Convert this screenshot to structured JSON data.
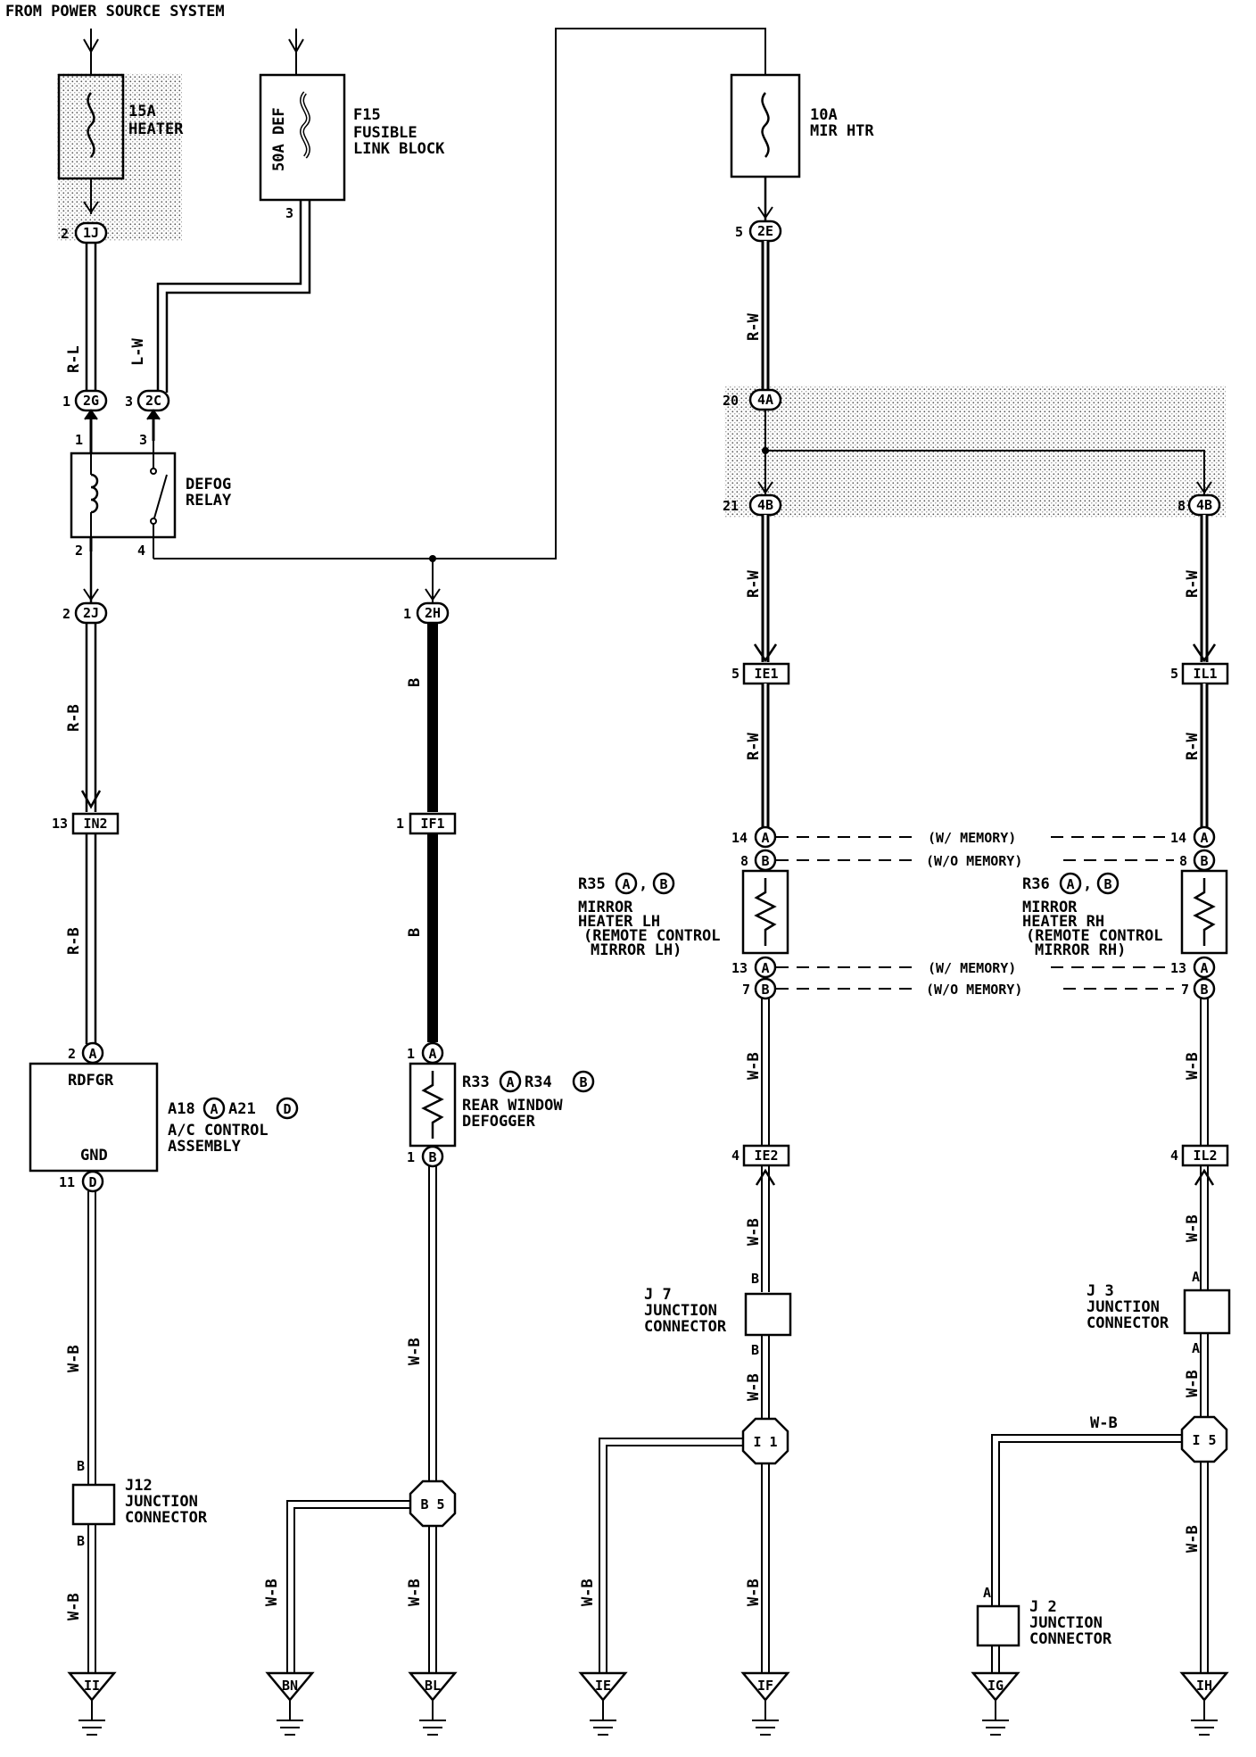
{
  "header": "FROM POWER SOURCE SYSTEM",
  "fuses": {
    "heater": {
      "rating": "15A",
      "name": "HEATER"
    },
    "def": {
      "rating": "50A DEF",
      "id": "F15",
      "name1": "FUSIBLE",
      "name2": "LINK BLOCK",
      "pin": "3"
    },
    "mir": {
      "rating": "10A",
      "name": "MIR HTR"
    }
  },
  "relay": {
    "name1": "DEFOG",
    "name2": "RELAY",
    "pins": [
      "1",
      "3",
      "2",
      "4"
    ]
  },
  "connectors": {
    "c1J": {
      "pin": "2",
      "id": "1J"
    },
    "c2G": {
      "pin": "1",
      "id": "2G"
    },
    "c2C": {
      "pin": "3",
      "id": "2C"
    },
    "c2J": {
      "pin": "2",
      "id": "2J"
    },
    "cIN2": {
      "pin": "13",
      "id": "IN2"
    },
    "c2H": {
      "pin": "1",
      "id": "2H"
    },
    "cIF1": {
      "pin": "1",
      "id": "IF1"
    },
    "c2E": {
      "pin": "5",
      "id": "2E"
    },
    "c4A": {
      "pin": "20",
      "id": "4A"
    },
    "c4B_l": {
      "pin": "21",
      "id": "4B"
    },
    "c4B_r": {
      "pin": "8",
      "id": "4B"
    },
    "cIE1": {
      "pin": "5",
      "id": "IE1"
    },
    "cIL1": {
      "pin": "5",
      "id": "IL1"
    },
    "cIE2": {
      "pin": "4",
      "id": "IE2"
    },
    "cIL2": {
      "pin": "4",
      "id": "IL2"
    }
  },
  "wires": {
    "rl": "R-L",
    "lw": "L-W",
    "rb": "R-B",
    "b": "B",
    "rw": "R-W",
    "wb": "W-B"
  },
  "ac": {
    "rdfgr": "RDFGR",
    "gnd": "GND",
    "ref": "A18",
    "ref_a": "A",
    "ref2": "A21",
    "ref_d": "D",
    "name1": "A/C CONTROL",
    "name2": "ASSEMBLY",
    "pin_top": "2",
    "pin_top_letter": "A",
    "pin_bot": "11",
    "pin_bot_letter": "D"
  },
  "rear": {
    "ref": "R33",
    "ref_a": "A",
    "ref2": "R34",
    "ref_b": "B",
    "name1": "REAR WINDOW",
    "name2": "DEFOGGER",
    "pin_top": "1",
    "pin_top_letter": "A",
    "pin_bot": "1",
    "pin_bot_letter": "B"
  },
  "mirror_lh": {
    "ref": "R35",
    "ref_a": "A",
    "ref_b": "B",
    "name1": "MIRROR",
    "name2": "HEATER LH",
    "name3": "(REMOTE CONTROL",
    "name4": "MIRROR LH)"
  },
  "mirror_rh": {
    "ref": "R36",
    "ref_a": "A",
    "ref_b": "B",
    "name1": "MIRROR",
    "name2": "HEATER RH",
    "name3": "(REMOTE CONTROL",
    "name4": "MIRROR RH)"
  },
  "memory": {
    "pin14": "14",
    "pin8": "8",
    "pin13": "13",
    "pin7": "7",
    "letter_a": "A",
    "letter_b": "B",
    "with": "(W/ MEMORY)",
    "without": "(W/O MEMORY)"
  },
  "junctions": {
    "j12": {
      "id": "J12",
      "name1": "JUNCTION",
      "name2": "CONNECTOR",
      "pin_top": "B",
      "pin_bot": "B"
    },
    "j7": {
      "id": "J 7",
      "name1": "JUNCTION",
      "name2": "CONNECTOR",
      "pin_top": "B",
      "pin_bot": "B"
    },
    "j3": {
      "id": "J 3",
      "name1": "JUNCTION",
      "name2": "CONNECTOR",
      "pin_top": "A",
      "pin_bot": "A"
    },
    "j2": {
      "id": "J 2",
      "name1": "JUNCTION",
      "name2": "CONNECTOR",
      "pin_top": "A"
    }
  },
  "splices": {
    "b5": "B 5",
    "i1": "I 1",
    "i5": "I 5"
  },
  "grounds": [
    "II",
    "BN",
    "BL",
    "IE",
    "IF",
    "IG",
    "IH"
  ]
}
